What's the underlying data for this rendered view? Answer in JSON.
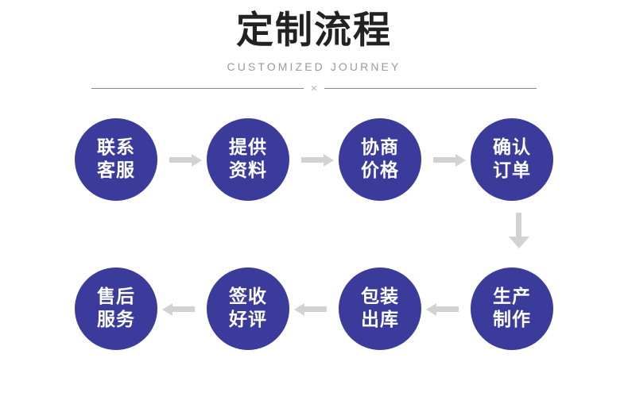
{
  "header": {
    "title": "定制流程",
    "subtitle": "CUSTOMIZED JOURNEY",
    "divider_mark": "×"
  },
  "colors": {
    "node_fill": "#3b3b9b",
    "node_text": "#ffffff",
    "arrow": "#d2d2d2",
    "title_text": "#222222",
    "subtitle_text": "#9a9a9a",
    "divider_line": "#8a8a8a",
    "background": "#ffffff"
  },
  "flow": {
    "top_row": {
      "direction": "left-to-right",
      "arrow_icon": "arrow-right-icon",
      "nodes": [
        {
          "line1": "联系",
          "line2": "客服",
          "step": 1
        },
        {
          "line1": "提供",
          "line2": "资料",
          "step": 2
        },
        {
          "line1": "协商",
          "line2": "价格",
          "step": 3
        },
        {
          "line1": "确认",
          "line2": "订单",
          "step": 4
        }
      ]
    },
    "connector": {
      "icon": "arrow-down-icon",
      "direction": "down"
    },
    "bottom_row": {
      "direction": "right-to-left",
      "arrow_icon": "arrow-left-icon",
      "nodes": [
        {
          "line1": "售后",
          "line2": "服务",
          "step": 8
        },
        {
          "line1": "签收",
          "line2": "好评",
          "step": 7
        },
        {
          "line1": "包装",
          "line2": "出库",
          "step": 6
        },
        {
          "line1": "生产",
          "line2": "制作",
          "step": 5
        }
      ]
    }
  }
}
